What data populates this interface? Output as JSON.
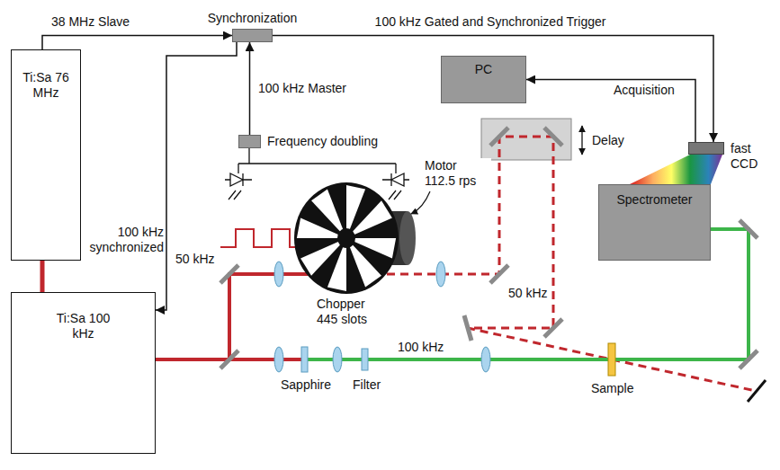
{
  "diagram": {
    "nodes": [
      {
        "text": [
          "Ti:Sa 76 MHz"
        ]
      },
      {
        "text": [
          "Ti:Sa 100 kHz"
        ]
      },
      {
        "text": [
          "Synchronization"
        ]
      },
      {
        "text": [
          "Frequency doubling"
        ]
      },
      {
        "text": [
          "PC"
        ]
      },
      {
        "text": [
          "fast CCD"
        ]
      },
      {
        "text": [
          "Spectrometer"
        ]
      }
    ],
    "edges": [
      {
        "from": 0,
        "to": 1,
        "arrow": "none"
      },
      {
        "from": 0,
        "to": 2,
        "label": "38 MHz Slave",
        "arrow": "to"
      },
      {
        "from": 3,
        "to": 2,
        "label": "100 kHz Master",
        "arrow": "to"
      },
      {
        "from": 2,
        "to": 1,
        "label": "100 kHz synchronized",
        "arrow": "to"
      },
      {
        "from": 2,
        "to": 5,
        "label": "100 kHz Gated and Synchronized Trigger",
        "arrow": "to"
      },
      {
        "from": 5,
        "to": 4,
        "label": "Acquisition",
        "arrow": "to"
      }
    ],
    "labels": [
      "Motor 112.5 rps",
      "50 kHz",
      "Chopper 445 slots",
      "Delay",
      "50 kHz",
      "100 kHz",
      "Sapphire",
      "Filter",
      "Sample"
    ]
  }
}
